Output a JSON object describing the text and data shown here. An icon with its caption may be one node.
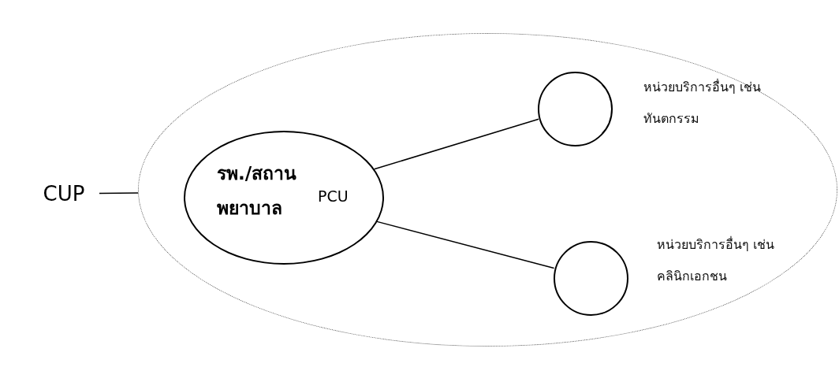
{
  "diagram": {
    "nodes": [
      {
        "text": [
          "CUP"
        ]
      },
      {
        "text": [],
        "shape": "ellipse"
      },
      {
        "text": [
          "รพ./สถานพยาบาล",
          "PCU"
        ],
        "in": 1
      },
      {
        "text": [],
        "shape": "circle",
        "in": 1,
        "beside": [
          "หน่วยบริการอื่นๆ เช่น ทันตกรรม"
        ]
      },
      {
        "text": [],
        "shape": "circle",
        "in": 1,
        "beside": [
          "หน่วยบริการอื่นๆ เช่น คลินิกเอกชน"
        ]
      }
    ],
    "edges": [
      {
        "from": 0,
        "to": 1,
        "arrow": "none"
      },
      {
        "from": 2,
        "to": 3,
        "arrow": "none"
      },
      {
        "from": 2,
        "to": 4,
        "arrow": "none"
      }
    ]
  }
}
